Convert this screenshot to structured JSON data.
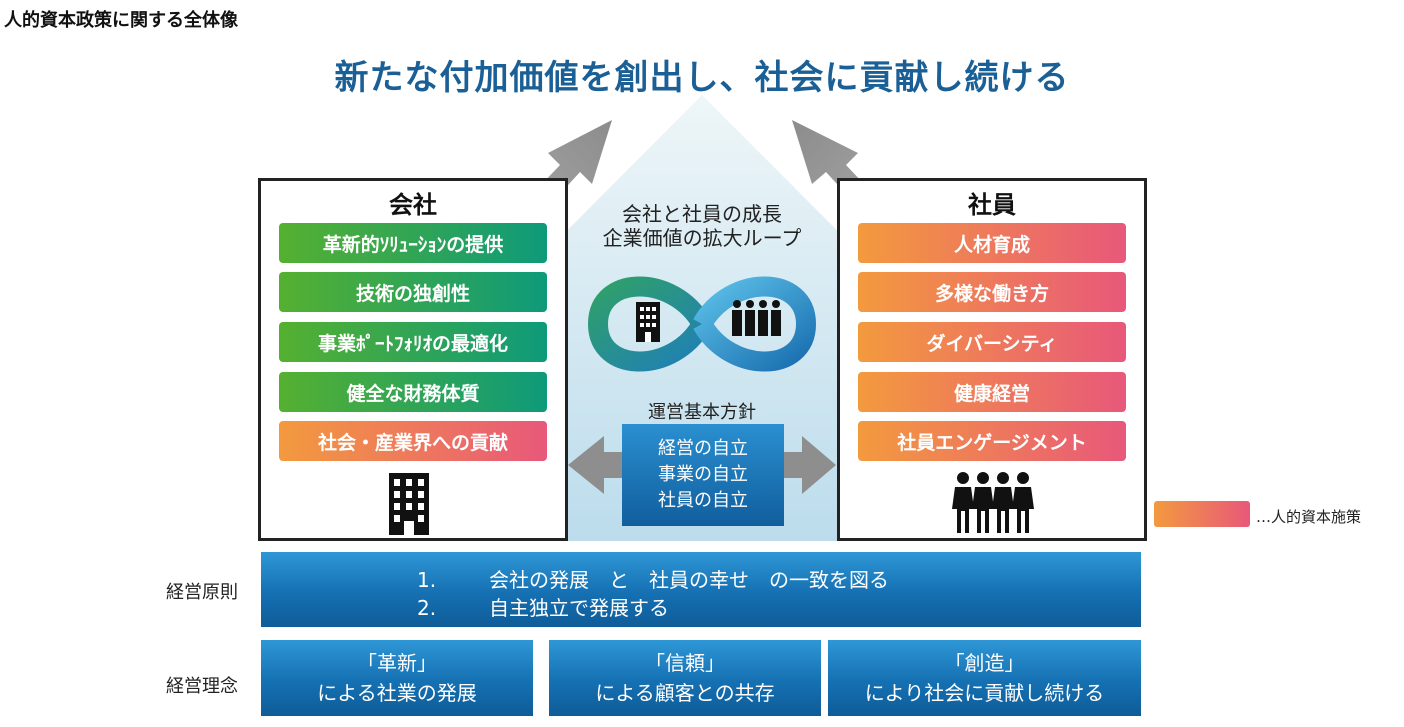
{
  "title": "人的資本政策に関する全体像",
  "headline": "新たな付加価値を創出し、社会に貢献し続ける",
  "company": {
    "title": "会社",
    "items": [
      "革新的ｿﾘｭｰｼｮﾝの提供",
      "技術の独創性",
      "事業ﾎﾟｰﾄﾌｫﾘｵの最適化",
      "健全な財務体質",
      "社会・産業界への貢献"
    ],
    "building_icon": "building-icon"
  },
  "employee": {
    "title": "社員",
    "items": [
      "人材育成",
      "多様な働き方",
      "ダイバーシティ",
      "健康経営",
      "社員エンゲージメント"
    ],
    "people_icon": "people-icon"
  },
  "center": {
    "loop_line1": "会社と社員の成長",
    "loop_line2": "企業価値の拡大ループ",
    "policy_label": "運営基本方針",
    "policy_items": [
      "経営の自立",
      "事業の自立",
      "社員の自立"
    ]
  },
  "principles": {
    "label": "経営原則",
    "items": [
      {
        "num": "1.",
        "text": "会社の発展　と　社員の幸せ　の一致を図る"
      },
      {
        "num": "2.",
        "text": "自主独立で発展する"
      }
    ]
  },
  "philosophy": {
    "label": "経営理念",
    "items": [
      {
        "line1": "「革新」",
        "line2": "による社業の発展"
      },
      {
        "line1": "「信頼」",
        "line2": "による顧客との共存"
      },
      {
        "line1": "「創造」",
        "line2": "により社会に貢献し続ける"
      }
    ]
  },
  "legend": {
    "text": "…人的資本施策"
  },
  "colors": {
    "green": "#3aa84f",
    "orange_start": "#f39a3e",
    "orange_end": "#e8587a",
    "blue": "#1570b2",
    "headline": "#1a5f95"
  }
}
